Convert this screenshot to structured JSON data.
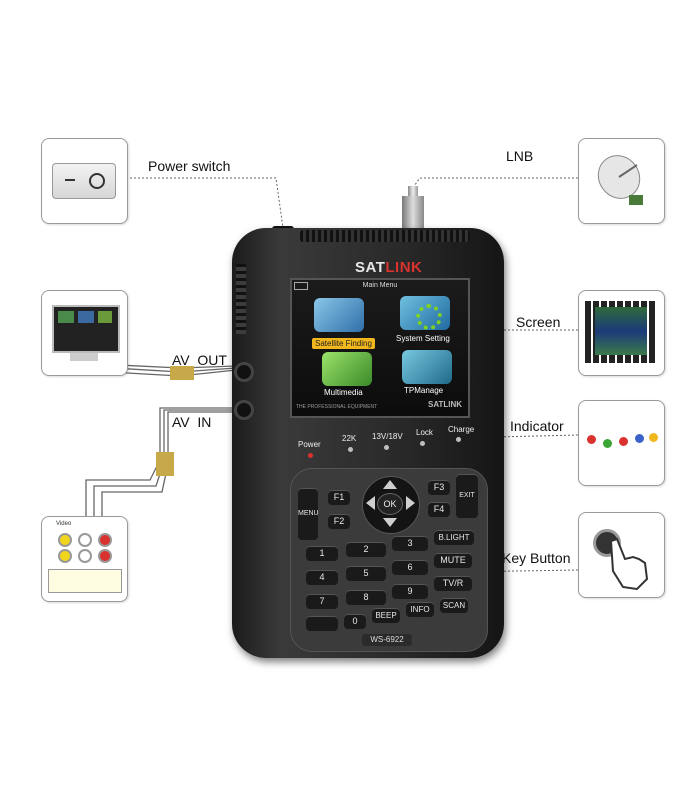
{
  "callouts": {
    "power_switch": "Power switch",
    "lnb": "LNB",
    "screen": "Screen",
    "av_out": "AV  OUT",
    "av_in": "AV  IN",
    "indicator": "Indicator",
    "key_button": "Key Button"
  },
  "device": {
    "brand_a": "SAT",
    "brand_b": "LINK",
    "model": "WS-6922"
  },
  "screen": {
    "title": "Main Menu",
    "tiles": [
      "Satellite Finding",
      "System Setting",
      "Multimedia",
      "TPManage"
    ],
    "footer": "THE PROFESSIONAL EQUIPMENT",
    "brand": "SATLINK"
  },
  "indicators": [
    "Power",
    "22K",
    "13V/18V",
    "Lock",
    "Charge"
  ],
  "keys": {
    "f1": "F1",
    "f2": "F2",
    "f3": "F3",
    "f4": "F4",
    "menu": "MENU",
    "exit": "EXIT",
    "ok": "OK",
    "blight": "B.LIGHT",
    "mute": "MUTE",
    "tvr": "TV/R",
    "beep": "BEEP",
    "info": "INFO",
    "scan": "SCAN",
    "n1": "1",
    "n2": "2",
    "n3": "3",
    "n4": "4",
    "n5": "5",
    "n6": "6",
    "n7": "7",
    "n8": "8",
    "n9": "9",
    "n0": "0"
  },
  "thumb_labels": {
    "video": "Video"
  },
  "colors": {
    "led_red": "#d9322f",
    "led_green": "#3aa635",
    "led_blue": "#3a62c9",
    "led_yellow": "#f1b71c",
    "highlight": "#f1b71c"
  }
}
